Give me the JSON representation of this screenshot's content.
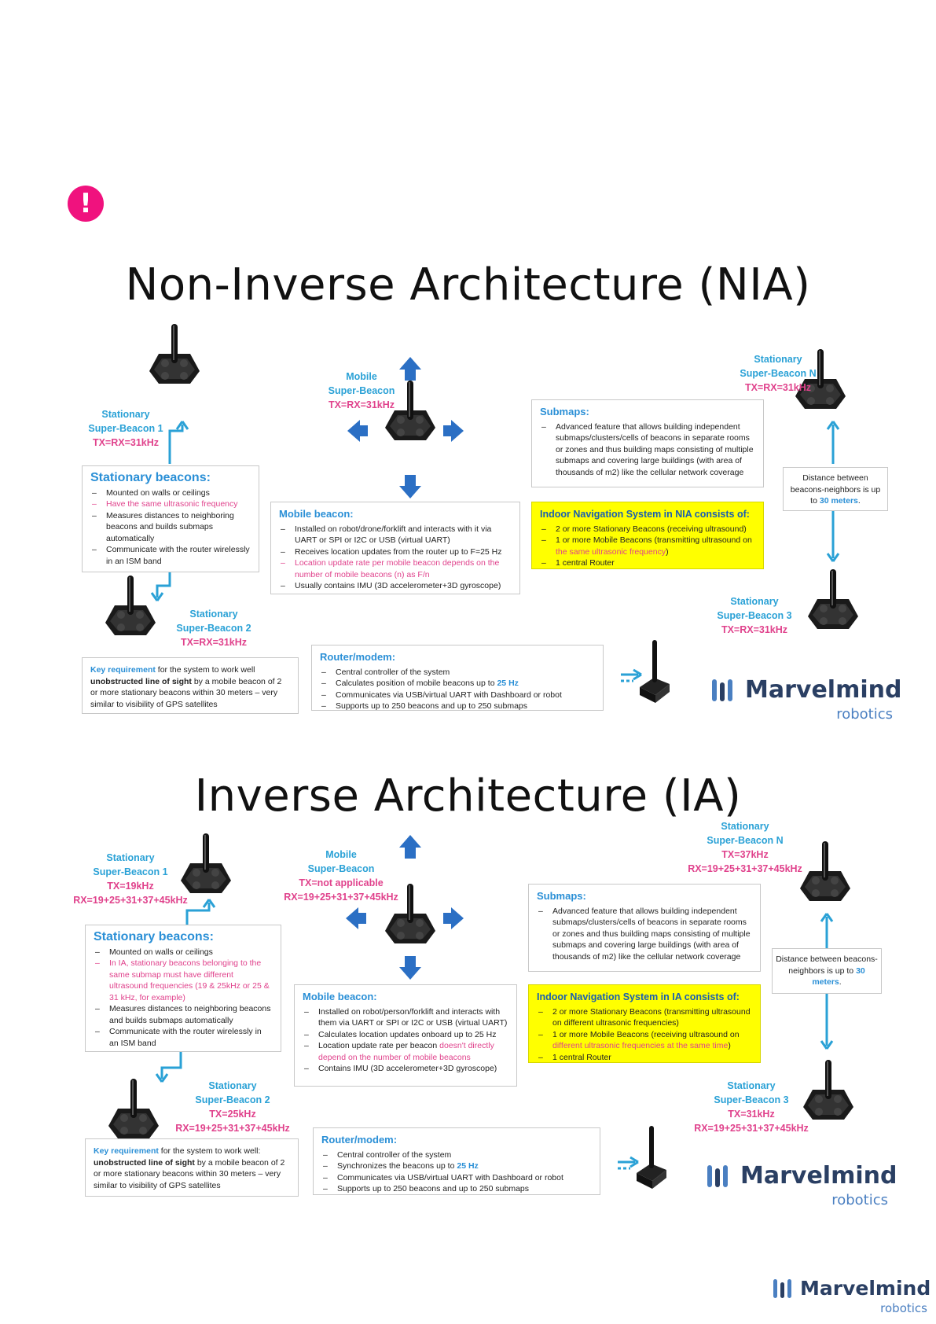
{
  "alert_icon": "exclamation-circle-icon",
  "brand": {
    "name": "Marvelmind",
    "sub": "robotics"
  },
  "nia": {
    "title": "Non-Inverse Architecture (NIA)",
    "b1": {
      "n1": "Stationary",
      "n2": "Super-Beacon 1",
      "t": "TX=RX=31kHz"
    },
    "b2": {
      "n1": "Stationary",
      "n2": "Super-Beacon 2",
      "t": "TX=RX=31kHz"
    },
    "b3": {
      "n1": "Stationary",
      "n2": "Super-Beacon 3",
      "t": "TX=RX=31kHz"
    },
    "bn": {
      "n1": "Stationary",
      "n2": "Super-Beacon N",
      "t": "TX=RX=31kHz"
    },
    "mob": {
      "n1": "Mobile",
      "n2": "Super-Beacon",
      "t": "TX=RX=31kHz"
    },
    "stationary_box": {
      "title": "Stationary beacons:",
      "items": [
        "Mounted on walls or ceilings",
        "Have the same ultrasonic frequency",
        "Measures distances to neighboring beacons and builds submaps automatically",
        "Communicate with the router wirelessly in an ISM band"
      ]
    },
    "mobile_box": {
      "title": "Mobile beacon:",
      "items": [
        "Installed on robot/drone/forklift and interacts with it via UART or SPI or I2C or USB (virtual UART)",
        "Receives location updates from the router up to F=25 Hz",
        "Location update rate per mobile beacon depends on the number of mobile beacons (n) as F/n",
        "Usually contains IMU (3D accelerometer+3D gyroscope)"
      ]
    },
    "submaps_box": {
      "title": "Submaps:",
      "items": [
        "Advanced feature that allows building independent submaps/clusters/cells of beacons in separate rooms or zones and thus building maps consisting of multiple submaps and covering large buildings (with area of thousands of m2) like the cellular network coverage"
      ]
    },
    "ins_box": {
      "title": "Indoor Navigation System in NIA consists of:",
      "items": [
        "2 or more Stationary Beacons (receiving ultrasound)",
        "1 or more Mobile Beacons (transmitting ultrasound on ",
        "the same ultrasonic frequency",
        ")",
        "1 central Router"
      ]
    },
    "router_box": {
      "title": "Router/modem:",
      "items": [
        "Central controller of the system",
        "Calculates position of mobile beacons up to ",
        "25 Hz",
        "Communicates via USB/virtual UART with Dashboard or robot",
        "Supports up to 250 beacons and up to 250 submaps"
      ]
    },
    "keyreq": {
      "k": "Key requirement",
      "a": " for the system to work well ",
      "b": "unobstructed line of sight",
      "c": " by a mobile beacon of 2 or more stationary beacons within 30 meters – very similar to visibility of GPS satellites"
    },
    "dist": {
      "a": "Distance between beacons-neighbors is up to ",
      "b": "30 meters",
      "c": "."
    }
  },
  "ia": {
    "title": "Inverse Architecture (IA)",
    "b1": {
      "n1": "Stationary",
      "n2": "Super-Beacon 1",
      "t1": "TX=19kHz",
      "t2": "RX=19+25+31+37+45kHz"
    },
    "b2": {
      "n1": "Stationary",
      "n2": "Super-Beacon 2",
      "t1": "TX=25kHz",
      "t2": "RX=19+25+31+37+45kHz"
    },
    "b3": {
      "n1": "Stationary",
      "n2": "Super-Beacon 3",
      "t1": "TX=31kHz",
      "t2": "RX=19+25+31+37+45kHz"
    },
    "bn": {
      "n1": "Stationary",
      "n2": "Super-Beacon N",
      "t1": "TX=37kHz",
      "t2": "RX=19+25+31+37+45kHz"
    },
    "mob": {
      "n1": "Mobile",
      "n2": "Super-Beacon",
      "t1": "TX=not applicable",
      "t2": "RX=19+25+31+37+45kHz"
    },
    "stationary_box": {
      "title": "Stationary beacons:",
      "items": [
        "Mounted on walls or ceilings",
        "In IA, stationary beacons belonging to the same submap must have different ultrasound frequencies (19 & 25kHz or 25 & 31 kHz, for example)",
        "Measures distances to neighboring beacons and builds submaps automatically",
        "Communicate with the router wirelessly in an ISM band"
      ]
    },
    "mobile_box": {
      "title": "Mobile beacon:",
      "items": [
        "Installed on robot/person/forklift and interacts with them via UART or SPI or I2C or USB (virtual UART)",
        "Calculates location updates onboard up to 25 Hz",
        "Location update rate per beacon ",
        "doesn't directly depend on the number of mobile beacons",
        "Contains IMU (3D accelerometer+3D gyroscope)"
      ]
    },
    "submaps_box": {
      "title": "Submaps:",
      "items": [
        "Advanced feature that allows building independent submaps/clusters/cells of beacons in separate rooms or zones and thus building maps consisting of multiple submaps and covering large buildings (with area of thousands of m2) like the cellular network coverage"
      ]
    },
    "ins_box": {
      "title": "Indoor Navigation System in IA consists of:",
      "items": [
        "2 or more Stationary Beacons (transmitting ultrasound on different ultrasonic frequencies)",
        "1 or more Mobile Beacons (receiving ultrasound on ",
        "different ultrasonic frequencies at the same time",
        ")",
        "1 central Router"
      ]
    },
    "router_box": {
      "title": "Router/modem:",
      "items": [
        "Central controller of the system",
        "Synchronizes the beacons up to ",
        "25 Hz",
        "Communicates via USB/virtual UART with Dashboard or robot",
        "Supports up to 250 beacons and up to 250 submaps"
      ]
    },
    "keyreq": {
      "k": "Key requirement",
      "a": " for the system to work well: ",
      "b": "unobstructed line of sight",
      "c": " by a mobile beacon of 2 or more stationary beacons within 30 meters – very similar to visibility of GPS satellites"
    },
    "dist": {
      "a": "Distance between beacons-neighbors is up to ",
      "b": "30 meters",
      "c": "."
    }
  }
}
